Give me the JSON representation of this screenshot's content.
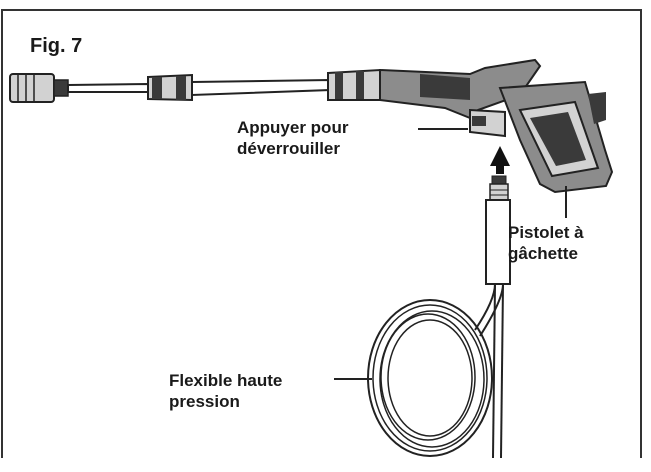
{
  "figure": {
    "title": "Fig. 7"
  },
  "labels": {
    "unlock": {
      "line1": "Appuyer pour",
      "line2": "déverrouiller"
    },
    "trigger_gun": {
      "line1": "Pistolet à",
      "line2": "gâchette"
    },
    "hose": {
      "line1": "Flexible haute",
      "line2": "pression"
    }
  },
  "colors": {
    "line": "#222222",
    "fill_dark": "#3a3a3a",
    "fill_mid": "#8c8c8c",
    "fill_light": "#d2d2d2"
  }
}
